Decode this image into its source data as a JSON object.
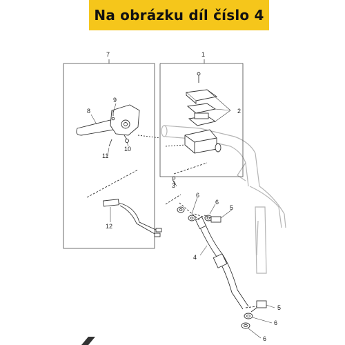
{
  "banner": {
    "text": "Na obrázku díl číslo 4",
    "background": "#f5c61b"
  },
  "diagram": {
    "callouts": [
      {
        "id": "7",
        "text": "7"
      },
      {
        "id": "1",
        "text": "1"
      },
      {
        "id": "2",
        "text": "2"
      },
      {
        "id": "9",
        "text": "9"
      },
      {
        "id": "8",
        "text": "8"
      },
      {
        "id": "10",
        "text": "10"
      },
      {
        "id": "11",
        "text": "11"
      },
      {
        "id": "3",
        "text": "3"
      },
      {
        "id": "6a",
        "text": "6"
      },
      {
        "id": "6b",
        "text": "6"
      },
      {
        "id": "5a",
        "text": "5"
      },
      {
        "id": "12",
        "text": "12"
      },
      {
        "id": "4",
        "text": "4"
      },
      {
        "id": "5b",
        "text": "5"
      },
      {
        "id": "6c",
        "text": "6"
      },
      {
        "id": "6d",
        "text": "6"
      }
    ]
  }
}
